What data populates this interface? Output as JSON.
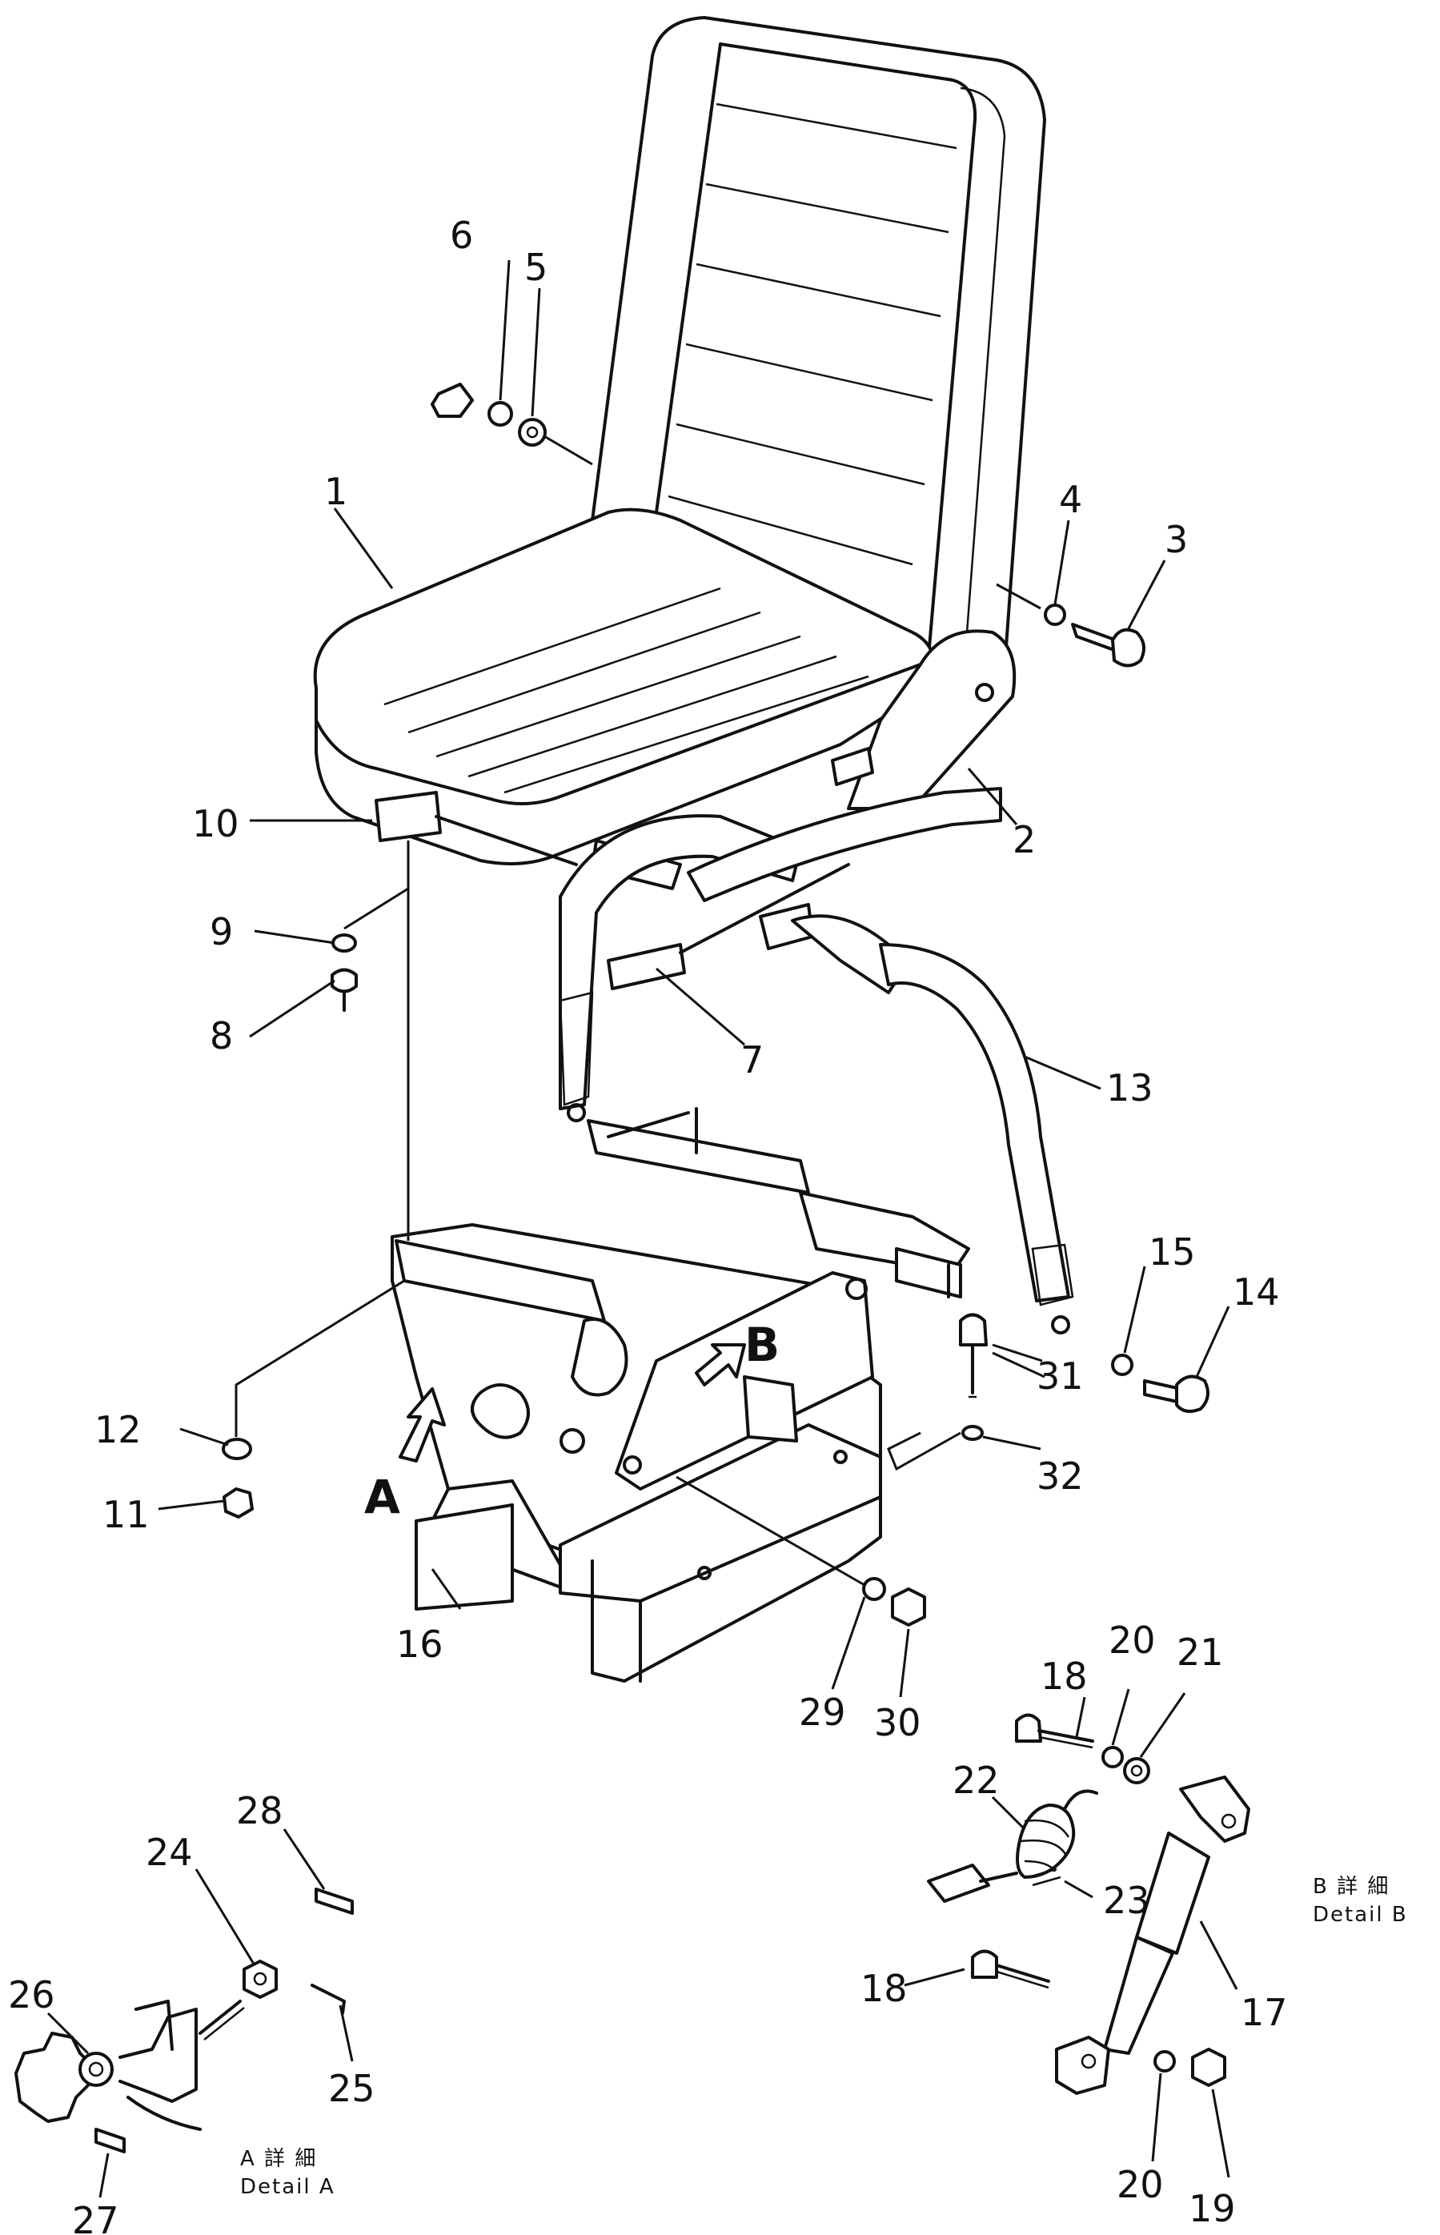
{
  "callouts": {
    "c1": "1",
    "c2": "2",
    "c3": "3",
    "c4": "4",
    "c5": "5",
    "c6": "6",
    "c7": "7",
    "c8": "8",
    "c9": "9",
    "c10": "10",
    "c11": "11",
    "c12": "12",
    "c13": "13",
    "c14": "14",
    "c15": "15",
    "c16": "16",
    "c17": "17",
    "c18a": "18",
    "c18b": "18",
    "c19": "19",
    "c20a": "20",
    "c20b": "20",
    "c21": "21",
    "c22": "22",
    "c23": "23",
    "c24": "24",
    "c25": "25",
    "c26": "26",
    "c27": "27",
    "c28": "28",
    "c29": "29",
    "c30": "30",
    "c31": "31",
    "c32": "32"
  },
  "view_arrows": {
    "a": "A",
    "b": "B"
  },
  "details": {
    "a_line1": "A 詳 細",
    "a_line2": "Detail A",
    "b_line1": "B 詳 細",
    "b_line2": "Detail B"
  }
}
